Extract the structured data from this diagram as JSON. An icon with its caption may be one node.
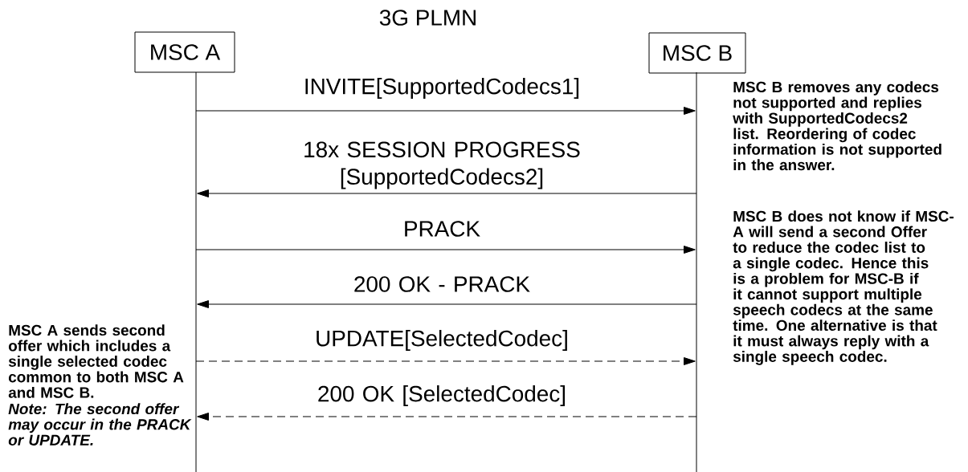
{
  "diagram": {
    "title": "3G PLMN",
    "nodes": [
      {
        "text": [
          "MSC A"
        ]
      },
      {
        "text": [
          "MSC B"
        ]
      }
    ],
    "edges": [
      {
        "from": 0,
        "to": 1,
        "arrow": "to",
        "label": "INVITE[SupportedCodecs1]"
      },
      {
        "from": 1,
        "to": 0,
        "arrow": "to",
        "label": "18x SESSION PROGRESS [SupportedCodecs2]"
      },
      {
        "from": 0,
        "to": 1,
        "arrow": "to",
        "label": "PRACK"
      },
      {
        "from": 1,
        "to": 0,
        "arrow": "to",
        "label": "200 OK - PRACK"
      },
      {
        "from": 0,
        "to": 1,
        "arrow": "to",
        "style": "dashed",
        "label": "UPDATE[SelectedCodec]"
      },
      {
        "from": 1,
        "to": 0,
        "arrow": "to",
        "style": "dashed",
        "label": "200 OK [SelectedCodec]"
      }
    ],
    "labels": [
      "MSC B removes any codecs not supported and replies with SupportedCodecs2 list. Reordering of codec information is not supported in the answer.",
      "MSC B does not know if MSC-A will send a second Offer to reduce the codec list to a single codec. Hence this is a problem for MSC-B if it cannot support multiple speech codecs at the same time. One alternative is that it must always reply with a single speech codec.",
      "MSC A sends second offer which includes a single selected codec common to both MSC A and MSC B.",
      "Note: The second offer may occur in the PRACK or UPDATE."
    ]
  }
}
